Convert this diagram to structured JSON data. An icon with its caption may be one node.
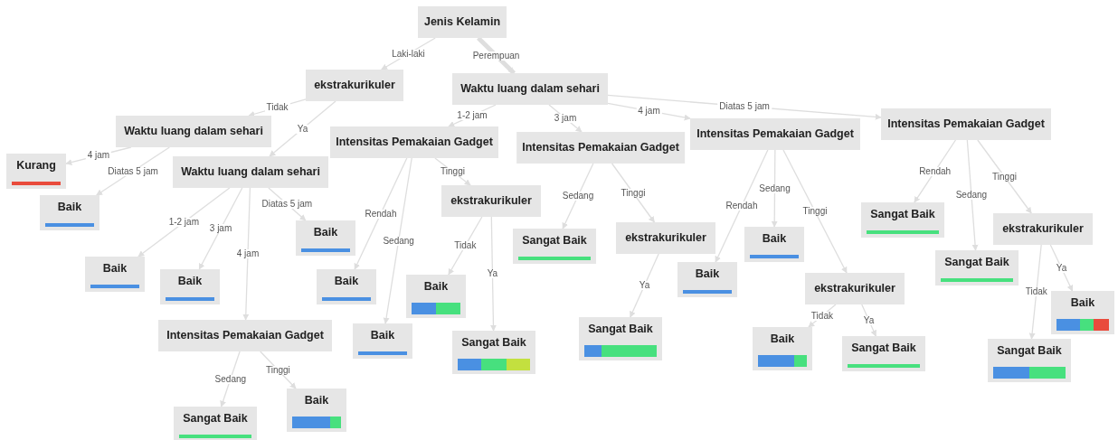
{
  "diagram": {
    "nodes": [
      {
        "text": [
          "Jenis Kelamin"
        ]
      },
      {
        "text": [
          "ekstrakurikuler"
        ]
      },
      {
        "text": [
          "Waktu luang dalam sehari"
        ]
      },
      {
        "text": [
          "Waktu luang dalam sehari"
        ]
      },
      {
        "text": [
          "Waktu luang dalam sehari"
        ]
      },
      {
        "text": [
          "Intensitas Pemakaian Gadget"
        ]
      },
      {
        "text": [
          "Intensitas Pemakaian Gadget"
        ]
      },
      {
        "text": [
          "Intensitas Pemakaian Gadget"
        ]
      },
      {
        "text": [
          "Intensitas Pemakaian Gadget"
        ]
      },
      {
        "text": [
          "Kurang"
        ]
      },
      {
        "text": [
          "Baik"
        ]
      },
      {
        "text": [
          "Baik"
        ]
      },
      {
        "text": [
          "Baik"
        ]
      },
      {
        "text": [
          "Intensitas Pemakaian Gadget"
        ]
      },
      {
        "text": [
          "Baik"
        ]
      },
      {
        "text": [
          "Sangat Baik"
        ]
      },
      {
        "text": [
          "Baik"
        ]
      },
      {
        "text": [
          "Baik"
        ]
      },
      {
        "text": [
          "Baik"
        ]
      },
      {
        "text": [
          "ekstrakurikuler"
        ]
      },
      {
        "text": [
          "Baik"
        ]
      },
      {
        "text": [
          "Sangat Baik"
        ]
      },
      {
        "text": [
          "Sangat Baik"
        ]
      },
      {
        "text": [
          "ekstrakurikuler"
        ]
      },
      {
        "text": [
          "Sangat Baik"
        ]
      },
      {
        "text": [
          "Baik"
        ]
      },
      {
        "text": [
          "Baik"
        ]
      },
      {
        "text": [
          "ekstrakurikuler"
        ]
      },
      {
        "text": [
          "Baik"
        ]
      },
      {
        "text": [
          "Sangat Baik"
        ]
      },
      {
        "text": [
          "Sangat Baik"
        ]
      },
      {
        "text": [
          "Sangat Baik"
        ]
      },
      {
        "text": [
          "ekstrakurikuler"
        ]
      },
      {
        "text": [
          "Sangat Baik"
        ]
      },
      {
        "text": [
          "Baik"
        ]
      }
    ],
    "edges": [
      {
        "from": 0,
        "to": 1,
        "arrow": "to",
        "label": "Laki-laki"
      },
      {
        "from": 0,
        "to": 2,
        "arrow": "to",
        "label": "Perempuan",
        "style": "thick"
      },
      {
        "from": 1,
        "to": 3,
        "arrow": "to",
        "label": "Tidak"
      },
      {
        "from": 1,
        "to": 4,
        "arrow": "to",
        "label": "Ya"
      },
      {
        "from": 2,
        "to": 5,
        "arrow": "to",
        "label": "1-2 jam"
      },
      {
        "from": 2,
        "to": 6,
        "arrow": "to",
        "label": "3 jam"
      },
      {
        "from": 2,
        "to": 7,
        "arrow": "to",
        "label": "4 jam"
      },
      {
        "from": 2,
        "to": 8,
        "arrow": "to",
        "label": "Diatas 5 jam"
      },
      {
        "from": 3,
        "to": 9,
        "arrow": "to",
        "label": "4 jam"
      },
      {
        "from": 3,
        "to": 10,
        "arrow": "to",
        "label": "Diatas 5 jam"
      },
      {
        "from": 4,
        "to": 11,
        "arrow": "to",
        "label": "1-2 jam"
      },
      {
        "from": 4,
        "to": 12,
        "arrow": "to",
        "label": "3 jam"
      },
      {
        "from": 4,
        "to": 13,
        "arrow": "to",
        "label": "4 jam"
      },
      {
        "from": 4,
        "to": 14,
        "arrow": "to",
        "label": "Diatas 5 jam"
      },
      {
        "from": 13,
        "to": 15,
        "arrow": "to",
        "label": "Sedang"
      },
      {
        "from": 13,
        "to": 16,
        "arrow": "to",
        "label": "Tinggi"
      },
      {
        "from": 5,
        "to": 17,
        "arrow": "to",
        "label": "Rendah"
      },
      {
        "from": 5,
        "to": 18,
        "arrow": "to",
        "label": "Sedang"
      },
      {
        "from": 5,
        "to": 19,
        "arrow": "to",
        "label": "Tinggi"
      },
      {
        "from": 19,
        "to": 20,
        "arrow": "to",
        "label": "Tidak"
      },
      {
        "from": 19,
        "to": 21,
        "arrow": "to",
        "label": "Ya"
      },
      {
        "from": 6,
        "to": 22,
        "arrow": "to",
        "label": "Sedang"
      },
      {
        "from": 6,
        "to": 23,
        "arrow": "to",
        "label": "Tinggi"
      },
      {
        "from": 23,
        "to": 24,
        "arrow": "to",
        "label": "Ya"
      },
      {
        "from": 7,
        "to": 25,
        "arrow": "to",
        "label": "Rendah"
      },
      {
        "from": 7,
        "to": 26,
        "arrow": "to",
        "label": "Sedang"
      },
      {
        "from": 7,
        "to": 27,
        "arrow": "to",
        "label": "Tinggi"
      },
      {
        "from": 27,
        "to": 28,
        "arrow": "to",
        "label": "Tidak"
      },
      {
        "from": 27,
        "to": 29,
        "arrow": "to",
        "label": "Ya"
      },
      {
        "from": 8,
        "to": 30,
        "arrow": "to",
        "label": "Rendah"
      },
      {
        "from": 8,
        "to": 31,
        "arrow": "to",
        "label": "Sedang"
      },
      {
        "from": 8,
        "to": 32,
        "arrow": "to",
        "label": "Tinggi"
      },
      {
        "from": 32,
        "to": 33,
        "arrow": "to",
        "label": "Tidak"
      },
      {
        "from": 32,
        "to": 34,
        "arrow": "to",
        "label": "Ya"
      }
    ]
  }
}
